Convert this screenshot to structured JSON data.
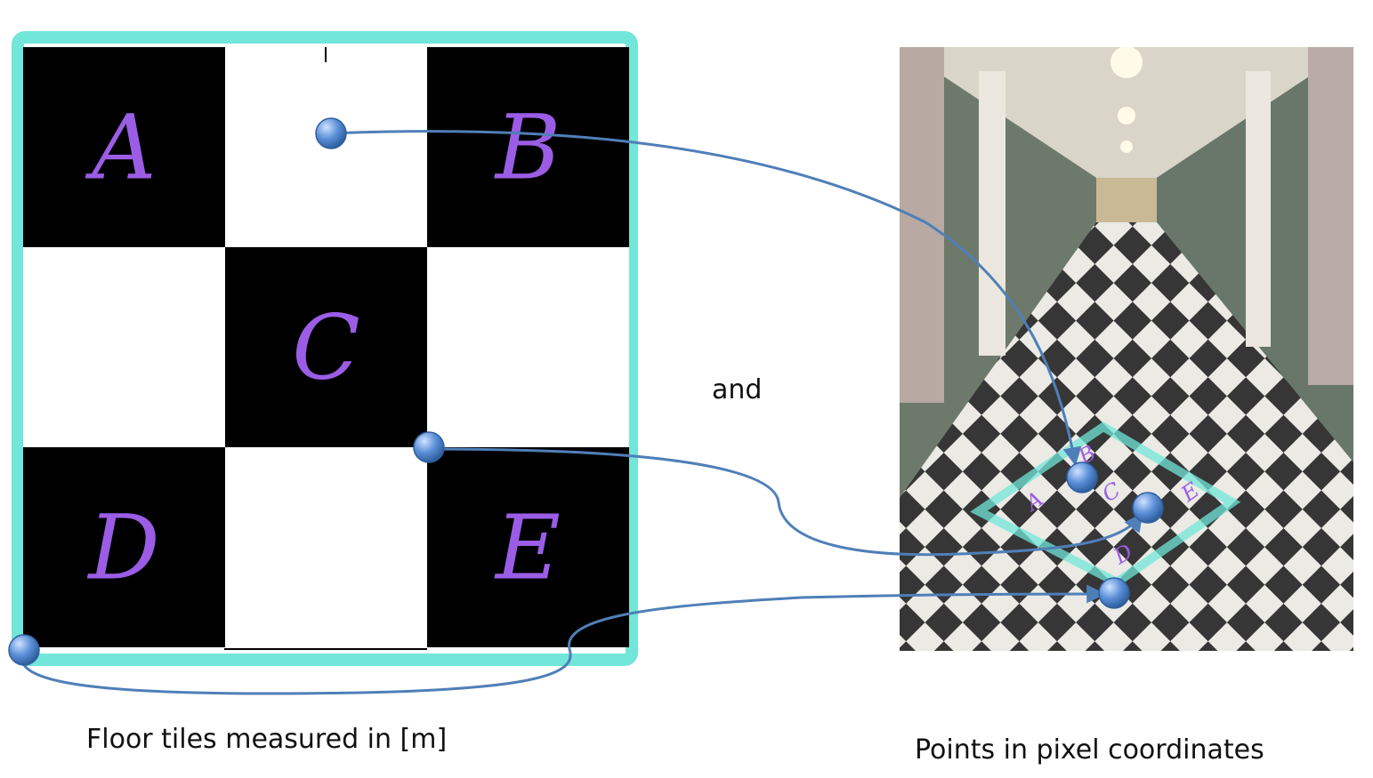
{
  "checkerboard": {
    "tiles": [
      {
        "label": "A",
        "color": "black"
      },
      {
        "label": "",
        "color": "white"
      },
      {
        "label": "B",
        "color": "black"
      },
      {
        "label": "",
        "color": "white"
      },
      {
        "label": "C",
        "color": "black"
      },
      {
        "label": "",
        "color": "white"
      },
      {
        "label": "D",
        "color": "black"
      },
      {
        "label": "",
        "color": "white"
      },
      {
        "label": "E",
        "color": "black"
      }
    ],
    "border_color": "#72e6d8",
    "label_color": "#9b5de5"
  },
  "photo": {
    "tile_labels": [
      "A",
      "B",
      "C",
      "D",
      "E"
    ]
  },
  "connector_word": "and",
  "caption_left": "Floor tiles measured in [m]",
  "caption_right": "Points in pixel coordinates",
  "colors": {
    "arrow": "#4f7fb8",
    "point_fill": "#5b8fd8",
    "border_highlight": "#72e6d8",
    "handwriting": "#9b5de5"
  }
}
